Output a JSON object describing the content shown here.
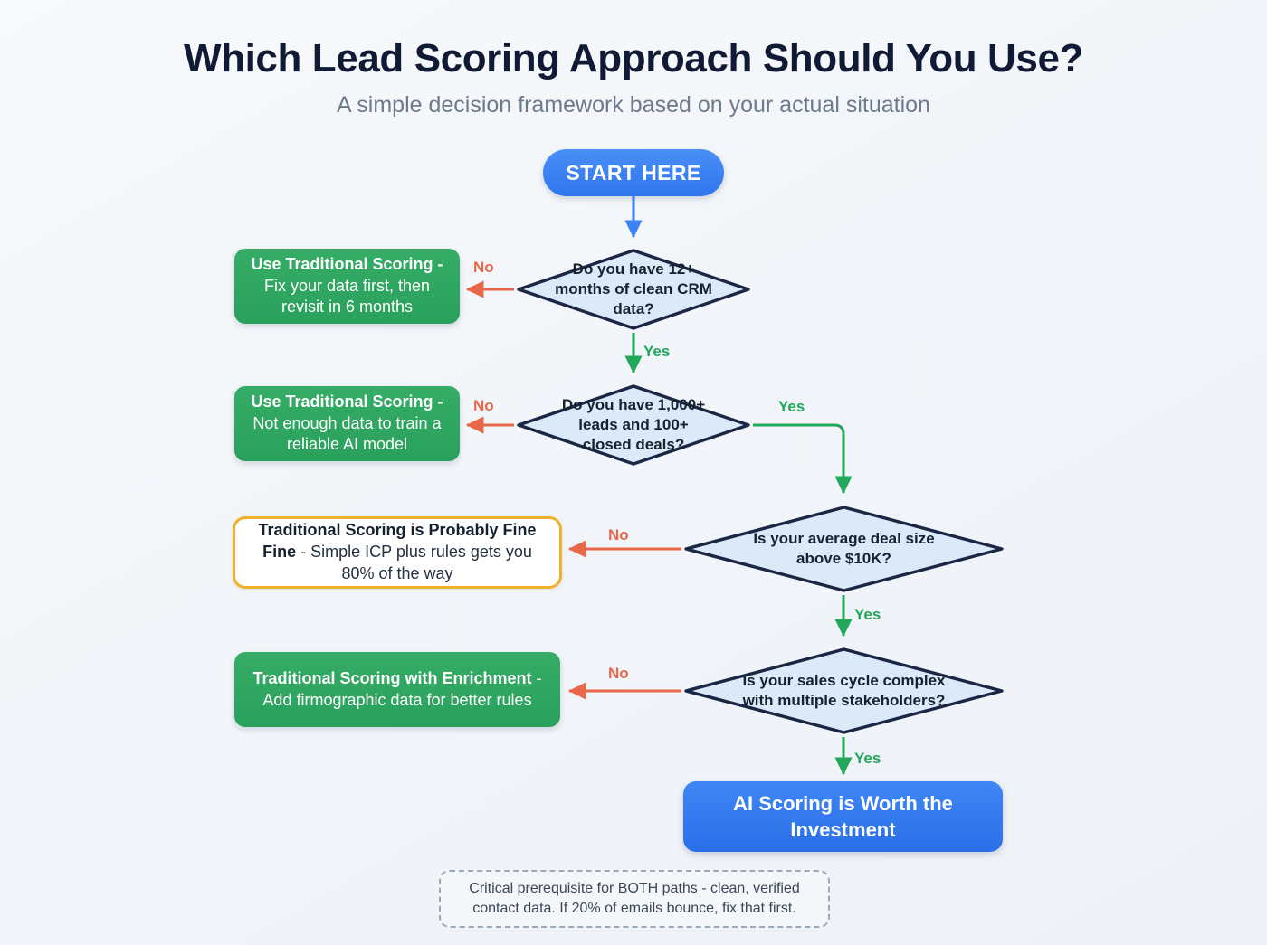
{
  "header": {
    "title": "Which Lead Scoring Approach Should You Use?",
    "subtitle": "A simple decision framework based on your actual situation"
  },
  "colors": {
    "background": "#f2f5f9",
    "title": "#111a35",
    "subtitle": "#6d7a8c",
    "start_blue": "#3b82f6",
    "result_green": "#2aa85f",
    "result_blue": "#2f76ee",
    "amber_border": "#efb02a",
    "diamond_fill": "#dce9f8",
    "diamond_border": "#1a2744",
    "no_edge": "#e8684a",
    "yes_edge": "#22a85a",
    "note_border": "#9aa8b8"
  },
  "start": {
    "label": "START HERE"
  },
  "decisions": [
    {
      "id": "d1",
      "text": "Do you have 12+ months of clean CRM data?"
    },
    {
      "id": "d2",
      "text": "Do you have 1,000+ leads and 100+ closed deals?"
    },
    {
      "id": "d3",
      "text": "Is your average deal size above $10K?"
    },
    {
      "id": "d4",
      "text": "Is your sales cycle complex with multiple stakeholders?"
    }
  ],
  "outcomes": [
    {
      "id": "o1",
      "style": "green",
      "bold": "Use Traditional Scoring -",
      "rest": "Fix your data first, then revisit in 6 months"
    },
    {
      "id": "o2",
      "style": "green",
      "bold": "Use Traditional Scoring -",
      "rest": "Not enough data to train a reliable AI model"
    },
    {
      "id": "o3",
      "style": "amber",
      "bold": "Traditional Scoring is Probably Fine Fine",
      "rest": "- Simple ICP plus rules gets you 80% of the way"
    },
    {
      "id": "o4",
      "style": "green",
      "bold": "Traditional Scoring with Enrichment",
      "rest": "- Add firmographic data for better rules"
    },
    {
      "id": "o5",
      "style": "blue",
      "bold": "AI Scoring is Worth the Investment",
      "rest": ""
    }
  ],
  "edge_labels": {
    "no1": "No",
    "yes1": "Yes",
    "no2": "No",
    "yes2": "Yes",
    "no3": "No",
    "yes3": "Yes",
    "no4": "No",
    "yes4": "Yes"
  },
  "footer": {
    "note": "Critical prerequisite for BOTH paths - clean, verified contact data. If 20% of emails bounce, fix that first."
  }
}
